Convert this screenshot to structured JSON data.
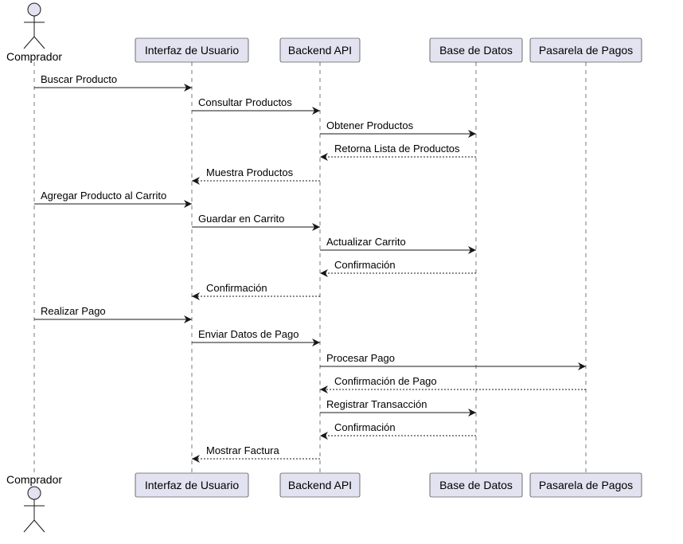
{
  "participants": [
    {
      "id": "comprador",
      "label": "Comprador",
      "kind": "actor"
    },
    {
      "id": "ui",
      "label": "Interfaz de Usuario",
      "kind": "participant"
    },
    {
      "id": "backend",
      "label": "Backend API",
      "kind": "participant"
    },
    {
      "id": "db",
      "label": "Base de Datos",
      "kind": "participant"
    },
    {
      "id": "pagos",
      "label": "Pasarela de Pagos",
      "kind": "participant"
    }
  ],
  "messages": [
    {
      "from": "comprador",
      "to": "ui",
      "label": "Buscar Producto",
      "style": "solid"
    },
    {
      "from": "ui",
      "to": "backend",
      "label": "Consultar Productos",
      "style": "solid"
    },
    {
      "from": "backend",
      "to": "db",
      "label": "Obtener Productos",
      "style": "solid"
    },
    {
      "from": "db",
      "to": "backend",
      "label": "Retorna Lista de Productos",
      "style": "dashed"
    },
    {
      "from": "backend",
      "to": "ui",
      "label": "Muestra Productos",
      "style": "dashed"
    },
    {
      "from": "comprador",
      "to": "ui",
      "label": "Agregar Producto al Carrito",
      "style": "solid"
    },
    {
      "from": "ui",
      "to": "backend",
      "label": "Guardar en Carrito",
      "style": "solid"
    },
    {
      "from": "backend",
      "to": "db",
      "label": "Actualizar Carrito",
      "style": "solid"
    },
    {
      "from": "db",
      "to": "backend",
      "label": "Confirmación",
      "style": "dashed"
    },
    {
      "from": "backend",
      "to": "ui",
      "label": "Confirmación",
      "style": "dashed"
    },
    {
      "from": "comprador",
      "to": "ui",
      "label": "Realizar Pago",
      "style": "solid"
    },
    {
      "from": "ui",
      "to": "backend",
      "label": "Enviar Datos de Pago",
      "style": "solid"
    },
    {
      "from": "backend",
      "to": "pagos",
      "label": "Procesar Pago",
      "style": "solid"
    },
    {
      "from": "pagos",
      "to": "backend",
      "label": "Confirmación de Pago",
      "style": "dashed"
    },
    {
      "from": "backend",
      "to": "db",
      "label": "Registrar Transacción",
      "style": "solid"
    },
    {
      "from": "db",
      "to": "backend",
      "label": "Confirmación",
      "style": "dashed"
    },
    {
      "from": "backend",
      "to": "ui",
      "label": "Mostrar Factura",
      "style": "dashed"
    }
  ]
}
